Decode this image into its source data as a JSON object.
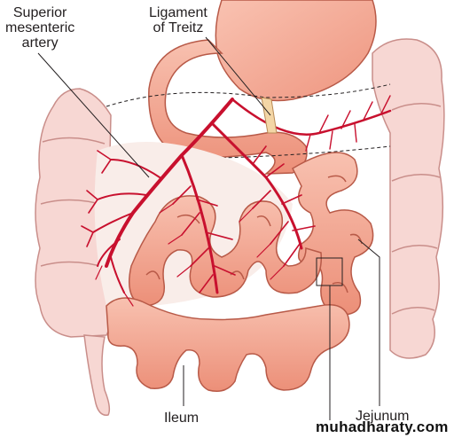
{
  "labels": {
    "sma": [
      "Superior",
      "mesenteric",
      "artery"
    ],
    "treitz": [
      "Ligament",
      "of Treitz"
    ],
    "ileum": "Ileum",
    "jejunum": "Jejunum"
  },
  "watermark": "muhadharaty.com",
  "colors": {
    "colon_fill": "#f7d7d3",
    "colon_stroke": "#c98e8a",
    "bowel_fill": "#f2a48e",
    "bowel_stroke": "#b85a48",
    "stomach_fill": "#f3a58f",
    "artery": "#c8102e",
    "line": "#231f20"
  }
}
